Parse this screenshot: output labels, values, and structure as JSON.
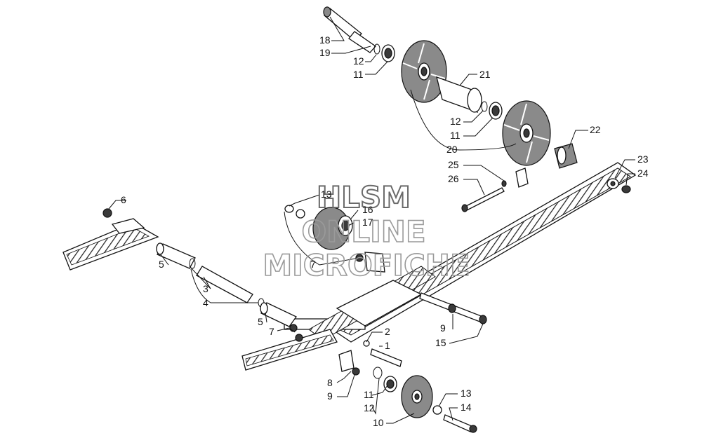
{
  "watermark": {
    "line1": "HLSM",
    "line2": "ONLINE",
    "line3": "MICROFICHE"
  },
  "callouts": [
    {
      "id": "c18",
      "text": "18"
    },
    {
      "id": "c19",
      "text": "19"
    },
    {
      "id": "c12a",
      "text": "12"
    },
    {
      "id": "c11a",
      "text": "11"
    },
    {
      "id": "c21",
      "text": "21"
    },
    {
      "id": "c12b",
      "text": "12"
    },
    {
      "id": "c11b",
      "text": "11"
    },
    {
      "id": "c20",
      "text": "20"
    },
    {
      "id": "c22",
      "text": "22"
    },
    {
      "id": "c25",
      "text": "25"
    },
    {
      "id": "c26",
      "text": "26"
    },
    {
      "id": "c23",
      "text": "23"
    },
    {
      "id": "c24",
      "text": "24"
    },
    {
      "id": "c6",
      "text": "6"
    },
    {
      "id": "c13a",
      "text": "13"
    },
    {
      "id": "c16",
      "text": "16"
    },
    {
      "id": "c17",
      "text": "17"
    },
    {
      "id": "c5a",
      "text": "5"
    },
    {
      "id": "c7a",
      "text": "7"
    },
    {
      "id": "c3",
      "text": "3"
    },
    {
      "id": "c4",
      "text": "4"
    },
    {
      "id": "c5b",
      "text": "5"
    },
    {
      "id": "c7b",
      "text": "7"
    },
    {
      "id": "c9a",
      "text": "9"
    },
    {
      "id": "c15",
      "text": "15"
    },
    {
      "id": "c2",
      "text": "2"
    },
    {
      "id": "c1",
      "text": "1"
    },
    {
      "id": "c8",
      "text": "8"
    },
    {
      "id": "c9b",
      "text": "9"
    },
    {
      "id": "c11c",
      "text": "11"
    },
    {
      "id": "c12c",
      "text": "12"
    },
    {
      "id": "c10",
      "text": "10"
    },
    {
      "id": "c13b",
      "text": "13"
    },
    {
      "id": "c14",
      "text": "14"
    }
  ]
}
